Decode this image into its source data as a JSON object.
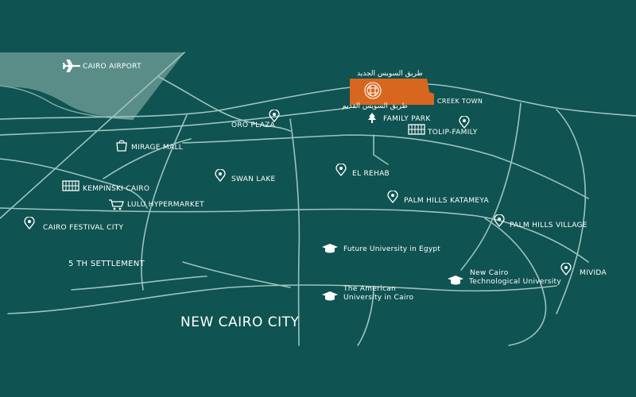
{
  "colors": {
    "background": "#0f5352",
    "land": "#5a8d88",
    "road": "#9cc3c0",
    "project": "#d9661e",
    "text": "#ffffff"
  },
  "project": {
    "logo_icon": "project-logo-emblem",
    "label": "CREEK TOWN"
  },
  "roads": {
    "new_suez_road": "طريق السويس الجديد",
    "old_suez_road": "طريق السويس القديم"
  },
  "city_label": "NEW CAIRO  CITY",
  "district_label": "5 TH SETTLEMENT",
  "places": [
    {
      "id": "cairo-airport",
      "label": "CAIRO AIRPORT",
      "icon": "airplane-icon"
    },
    {
      "id": "oro-plaza",
      "label": "ORO PLAZA",
      "icon": "map-pin-icon"
    },
    {
      "id": "family-park",
      "label": "FAMILY  PARK",
      "icon": "tree-icon"
    },
    {
      "id": "tolip-family",
      "label": "TOLIP-FAMILY",
      "icon": "building-icon"
    },
    {
      "id": "mirage-mall",
      "label": "MIRAGE MALL",
      "icon": "shopping-bag-icon"
    },
    {
      "id": "swan-lake",
      "label": "SWAN LAKE",
      "icon": "map-pin-icon"
    },
    {
      "id": "el-rehab",
      "label": "EL REHAB",
      "icon": "map-pin-icon"
    },
    {
      "id": "kempinski-cairo",
      "label": "KEMPINSKI CAIRO",
      "icon": "building-icon"
    },
    {
      "id": "lulu-hypermarket",
      "label": "LULU HYPERMARKET",
      "icon": "shopping-cart-icon"
    },
    {
      "id": "palm-hills-katameya",
      "label": "PALM HILLS KATAMEYA",
      "icon": "map-pin-icon"
    },
    {
      "id": "cairo-festival-city",
      "label": "CAIRO FESTIVAL CITY",
      "icon": "map-pin-icon"
    },
    {
      "id": "palm-hills-village",
      "label": "PALM HILLS VILLAGE",
      "icon": "map-pin-icon"
    },
    {
      "id": "future-university",
      "label": "Future University in Egypt",
      "icon": "graduation-cap-icon"
    },
    {
      "id": "mivida",
      "label": "MIVIDA",
      "icon": "map-pin-icon"
    },
    {
      "id": "new-cairo-tech-univ",
      "label_line1": "New Cairo",
      "label_line2": "Technological University",
      "icon": "graduation-cap-icon"
    },
    {
      "id": "american-university",
      "label_line1": "The American",
      "label_line2": "University in Cairo",
      "icon": "graduation-cap-icon"
    }
  ]
}
